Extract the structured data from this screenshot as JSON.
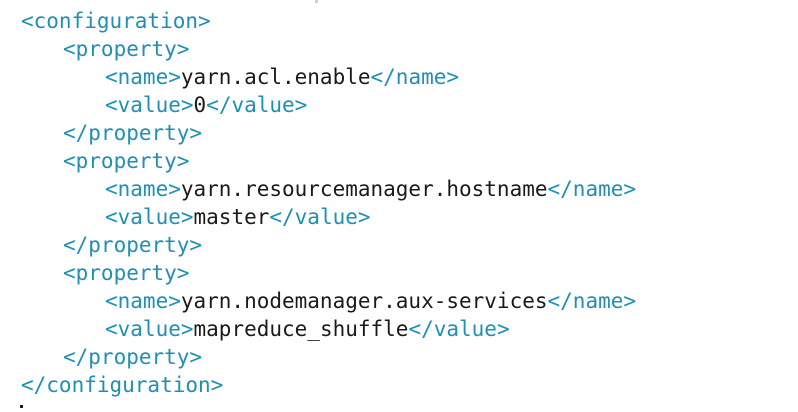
{
  "lines": [
    {
      "indent": 0,
      "open": "<configuration>",
      "text": "",
      "close": ""
    },
    {
      "indent": 1,
      "open": "<property>",
      "text": "",
      "close": ""
    },
    {
      "indent": 2,
      "open": "<name>",
      "text": "yarn.acl.enable",
      "close": "</name>"
    },
    {
      "indent": 2,
      "open": "<value>",
      "text": "0",
      "close": "</value>"
    },
    {
      "indent": 1,
      "open": "</property>",
      "text": "",
      "close": ""
    },
    {
      "indent": 1,
      "open": "<property>",
      "text": "",
      "close": ""
    },
    {
      "indent": 2,
      "open": "<name>",
      "text": "yarn.resourcemanager.hostname",
      "close": "</name>"
    },
    {
      "indent": 2,
      "open": "<value>",
      "text": "master",
      "close": "</value>"
    },
    {
      "indent": 1,
      "open": "</property>",
      "text": "",
      "close": ""
    },
    {
      "indent": 1,
      "open": "<property>",
      "text": "",
      "close": ""
    },
    {
      "indent": 2,
      "open": "<name>",
      "text": "yarn.nodemanager.aux-services",
      "close": "</name>"
    },
    {
      "indent": 2,
      "open": "<value>",
      "text": "mapreduce_shuffle",
      "close": "</value>"
    },
    {
      "indent": 1,
      "open": "</property>",
      "text": "",
      "close": ""
    },
    {
      "indent": 0,
      "open": "</configuration>",
      "text": "",
      "close": ""
    }
  ],
  "colors": {
    "tag": "#1f8fb3",
    "text": "#1a1a1a",
    "background": "#ffffff"
  }
}
